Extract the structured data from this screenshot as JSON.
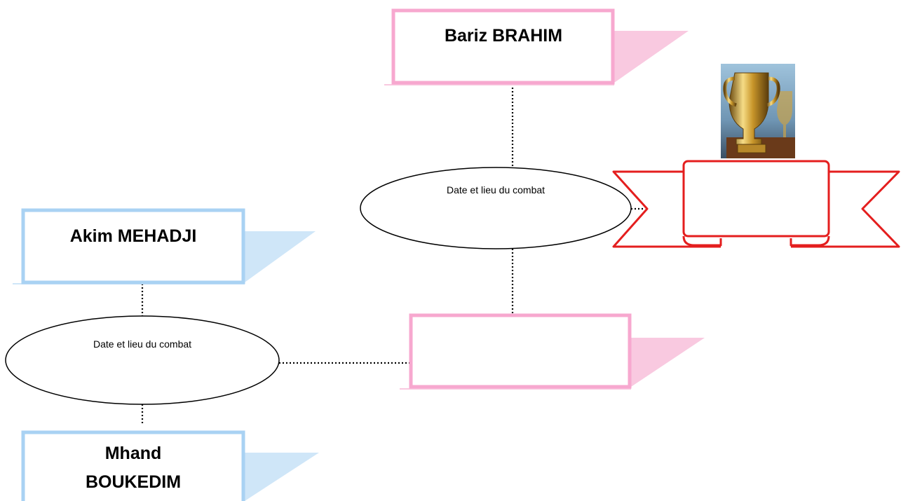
{
  "fighters": {
    "top_left": "Akim MEHADJI",
    "bottom_left_line1": "Mhand",
    "bottom_left_line2": "BOUKEDIM",
    "top_right": "Bariz BRAHIM",
    "semifinal_winner": ""
  },
  "matches": {
    "semifinal_label": "Date et lieu du combat",
    "final_label": "Date et lieu du combat"
  },
  "champion": {
    "banner_text": "",
    "trophy_icon": "trophy-icon"
  },
  "colors": {
    "blue_border": "#a9d2f3",
    "blue_shadow": "#cfe6f8",
    "pink_border": "#f7a8cf",
    "pink_shadow": "#f9c9e0",
    "banner_red": "#e41e1e"
  }
}
